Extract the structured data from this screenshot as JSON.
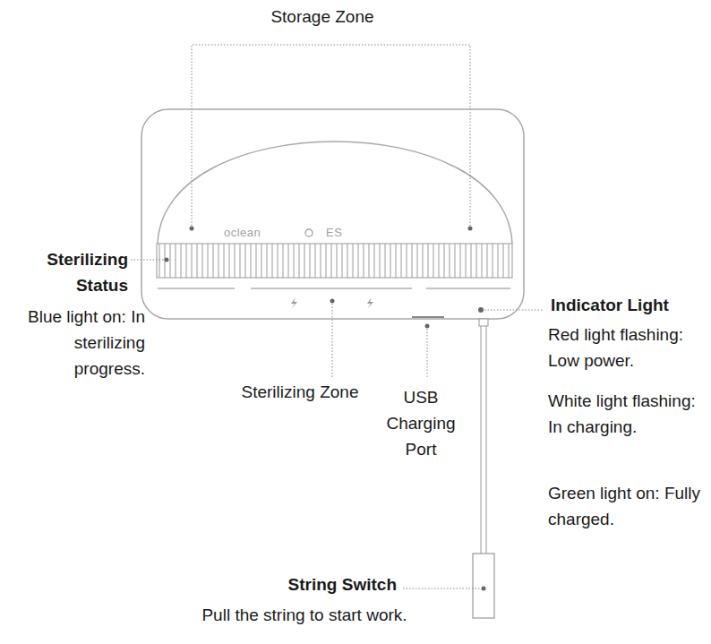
{
  "diagram": {
    "labels": [
      "Storage Zone",
      "oclean",
      "ES",
      "Sterilizing Status",
      "Blue light on: In sterilizing progress.",
      "Sterilizing Zone",
      "USB Charging Port",
      "Indicator Light",
      "Red light flashing: Low power.",
      "White light flashing: In charging.",
      "Green light on: Fully charged.",
      "String Switch",
      "Pull the string to start work."
    ]
  }
}
